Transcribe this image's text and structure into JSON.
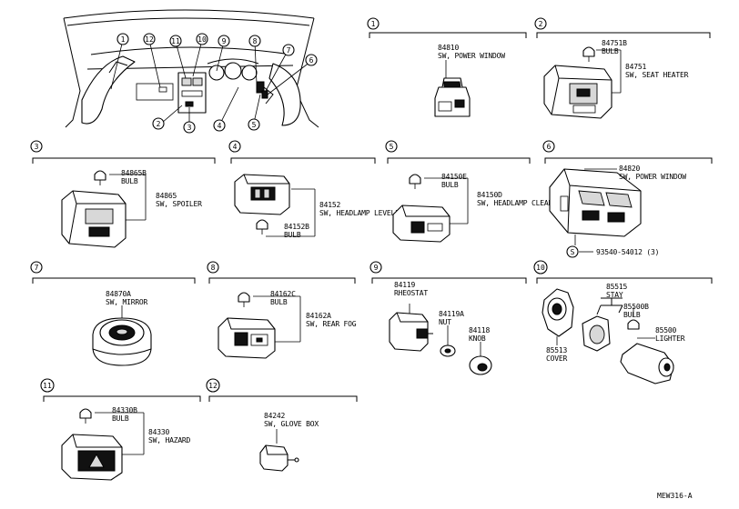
{
  "diagram_code": "MEW316-A",
  "overview": {
    "callouts": [
      "1",
      "2",
      "3",
      "4",
      "5",
      "6",
      "7",
      "8",
      "9",
      "10",
      "11",
      "12"
    ]
  },
  "sections": [
    {
      "id": "1",
      "parts": [
        {
          "number": "84810",
          "name": "SW, POWER WINDOW"
        }
      ]
    },
    {
      "id": "2",
      "parts": [
        {
          "number": "84751B",
          "name": "BULB"
        },
        {
          "number": "84751",
          "name": "SW, SEAT HEATER"
        }
      ]
    },
    {
      "id": "3",
      "parts": [
        {
          "number": "84865B",
          "name": "BULB"
        },
        {
          "number": "84865",
          "name": "SW, SPOILER"
        }
      ]
    },
    {
      "id": "4",
      "parts": [
        {
          "number": "84152",
          "name": "SW, HEADLAMP LEVELING"
        },
        {
          "number": "84152B",
          "name": "BULB"
        }
      ]
    },
    {
      "id": "5",
      "parts": [
        {
          "number": "84150E",
          "name": "BULB"
        },
        {
          "number": "84150D",
          "name": "SW, HEADLAMP CLEANER"
        }
      ]
    },
    {
      "id": "6",
      "parts": [
        {
          "number": "84820",
          "name": "SW, POWER WINDOW"
        },
        {
          "number": "93540-54012 (3)",
          "name": "",
          "callout": "S"
        }
      ]
    },
    {
      "id": "7",
      "parts": [
        {
          "number": "84870A",
          "name": "SW, MIRROR"
        }
      ]
    },
    {
      "id": "8",
      "parts": [
        {
          "number": "84162C",
          "name": "BULB"
        },
        {
          "number": "84162A",
          "name": "SW, REAR FOG"
        }
      ]
    },
    {
      "id": "9",
      "parts": [
        {
          "number": "84119",
          "name": "RHEOSTAT"
        },
        {
          "number": "84119A",
          "name": "NUT"
        },
        {
          "number": "84118",
          "name": "KNOB"
        }
      ]
    },
    {
      "id": "10",
      "parts": [
        {
          "number": "85515",
          "name": "STAY"
        },
        {
          "number": "85500B",
          "name": "BULB"
        },
        {
          "number": "85513",
          "name": "COVER"
        },
        {
          "number": "85500",
          "name": "LIGHTER"
        }
      ]
    },
    {
      "id": "11",
      "parts": [
        {
          "number": "84330B",
          "name": "BULB"
        },
        {
          "number": "84330",
          "name": "SW, HAZARD"
        }
      ]
    },
    {
      "id": "12",
      "parts": [
        {
          "number": "84242",
          "name": "SW, GLOVE BOX"
        }
      ]
    }
  ]
}
